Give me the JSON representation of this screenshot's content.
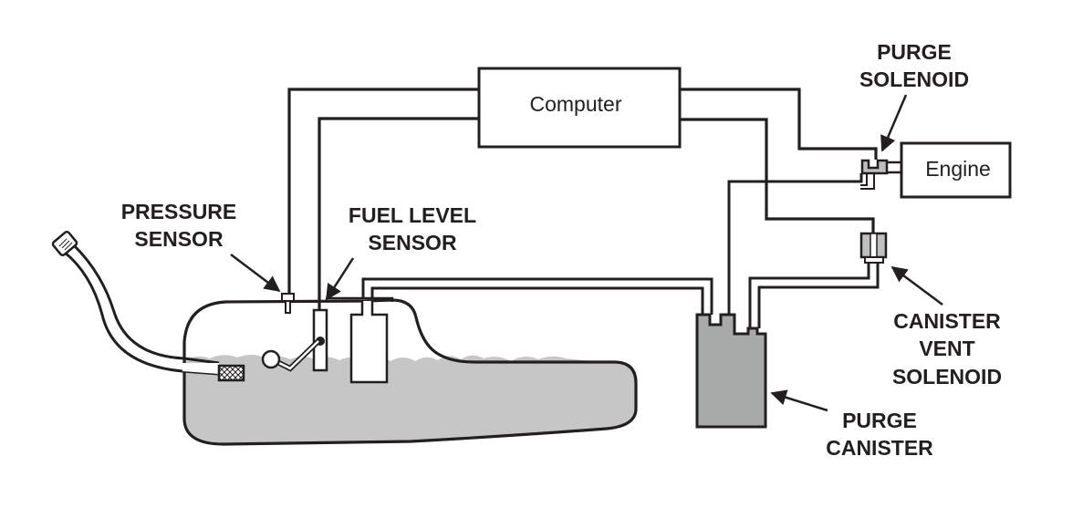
{
  "diagram": {
    "title": "EVAP system diagram",
    "colors": {
      "line": "#231f20",
      "fuel": "#c6c6c6",
      "canister": "#a8a9a9",
      "solenoid_fill": "#bfbfbf",
      "background": "#ffffff"
    },
    "components": {
      "computer": {
        "label": "Computer"
      },
      "engine": {
        "label": "Engine"
      }
    },
    "labels": {
      "pressure_sensor": [
        "PRESSURE",
        "SENSOR"
      ],
      "fuel_level_sensor": [
        "FUEL LEVEL",
        "SENSOR"
      ],
      "purge_solenoid": [
        "PURGE",
        "SOLENOID"
      ],
      "canister_vent_solenoid": [
        "CANISTER",
        "VENT",
        "SOLENOID"
      ],
      "purge_canister": [
        "PURGE",
        "CANISTER"
      ]
    }
  }
}
